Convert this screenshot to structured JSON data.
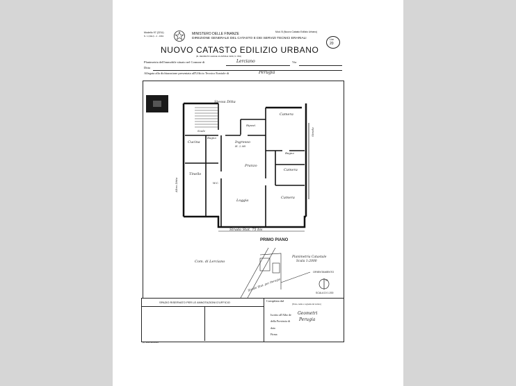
{
  "header": {
    "form_code": "Modello 97 (CEU)",
    "form_code_sub": "N. 1 (CEU) - 2 - 1961",
    "ministry": "MINISTERO DELLE FINANZE",
    "direction": "DIREZIONE GENERALE DEL CATASTO E DEI SERVIZI TECNICI ERARIALI",
    "right_note": "Mod. B (Nuovo Catasto Edilizio Urbano)",
    "title": "NUOVO CATASTO EDILIZIO URBANO",
    "subtitle": "(R. DECRETO LEGGE 13 APRILE 1939, N. 652)",
    "price_label": "Lire",
    "price_value": "20"
  },
  "fields": {
    "comune_label": "Planimetria dell'immobile situato nel Comune di",
    "comune_value": "Lerciano",
    "via_label": "Via",
    "ditta_label": "Ditta",
    "allegata_label": "Allegata alla dichiarazione presentata all'Ufficio Tecnico Erariale di",
    "allegata_value": "Perugia"
  },
  "plan": {
    "rooms": {
      "scale": "Scale",
      "stessa_ditta": "Stessa Ditta",
      "camera_top": "Camera",
      "ripost": "Ripost.",
      "cucina": "Cucina",
      "bagno_left": "Bagno",
      "ingresso": "Ingresso",
      "ingresso_h": "H. 2.98",
      "bagno_right": "Bagno",
      "strada_right": "Strada",
      "tinello": "Tinello",
      "wc": "W.C.",
      "pranzo": "Pranzo",
      "camera_mid": "Camera",
      "altra_ditta_left": "Altra Ditta",
      "loggia": "Loggia",
      "camera_bottom": "Camera",
      "strada_bottom": "Strada Stat. 75 bis"
    },
    "floor_title": "PRIMO PIANO",
    "comune_map_label": "Com. di Lerciano",
    "catasto_label": "Planimetria Catastale",
    "catasto_scale": "Scala 1:2000",
    "map_road": "Strada Stat. per Perugia",
    "orientation": "ORIENTAMENTO",
    "scale": "SCALA DI 1:200",
    "north_letter": "N"
  },
  "footer": {
    "reserved": "SPAZIO RISERVATO PER LE ANNOTAZIONI D'UFFICIO",
    "compilata": "Compilata dal",
    "compilata_sub": "(Titolo, nome e cognome del tecnico)",
    "iscritto_label": "Iscritto all'Albo de",
    "iscritto_value": "Geometri",
    "provincia_label": "della Provincia di",
    "provincia_value": "Perugia",
    "data_label": "data",
    "firma_label": "Firma",
    "print_code": "(1) Vedi istruzioni"
  }
}
